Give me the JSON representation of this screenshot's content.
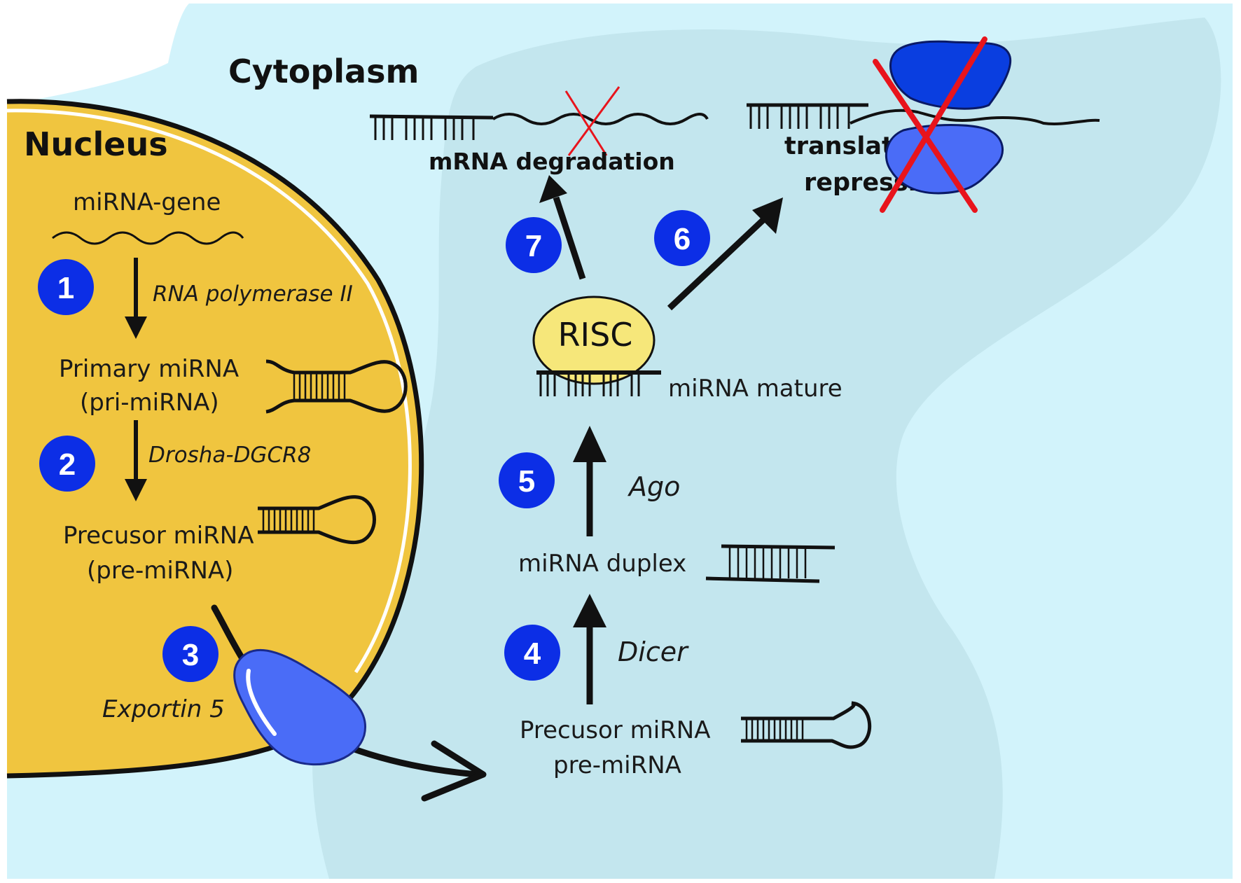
{
  "regions": {
    "cytoplasm": "Cytoplasm",
    "nucleus": "Nucleus"
  },
  "nucleus_labels": {
    "gene": "miRNA-gene",
    "pri_1": "Primary miRNA",
    "pri_2": "(pri-miRNA)",
    "pre_1": "Precusor miRNA",
    "pre_2": "(pre-miRNA)",
    "enzyme_1": "RNA polymerase II",
    "enzyme_2": "Drosha-DGCR8",
    "exportin": "Exportin 5"
  },
  "cytoplasm_labels": {
    "pre_1": "Precusor miRNA",
    "pre_2": "pre-miRNA",
    "duplex": "miRNA duplex",
    "mature": "miRNA mature",
    "risc": "RISC",
    "dicer": "Dicer",
    "ago": "Ago",
    "degradation": "mRNA degradation",
    "repression_1": "translational",
    "repression_2": "repression"
  },
  "steps": [
    "1",
    "2",
    "3",
    "4",
    "5",
    "6",
    "7"
  ],
  "colors": {
    "cytoplasm_outer": "#d2f3fb",
    "cytoplasm_inner": "#c3e6ee",
    "nucleus": "#f0c53f",
    "badge": "#0c2ee6",
    "exportin": "#4a6cf7",
    "risc": "#f6e77a",
    "ribosome_top": "#0a3ee0",
    "ribosome_bottom": "#4a6cf7",
    "cross": "#e8141c"
  }
}
